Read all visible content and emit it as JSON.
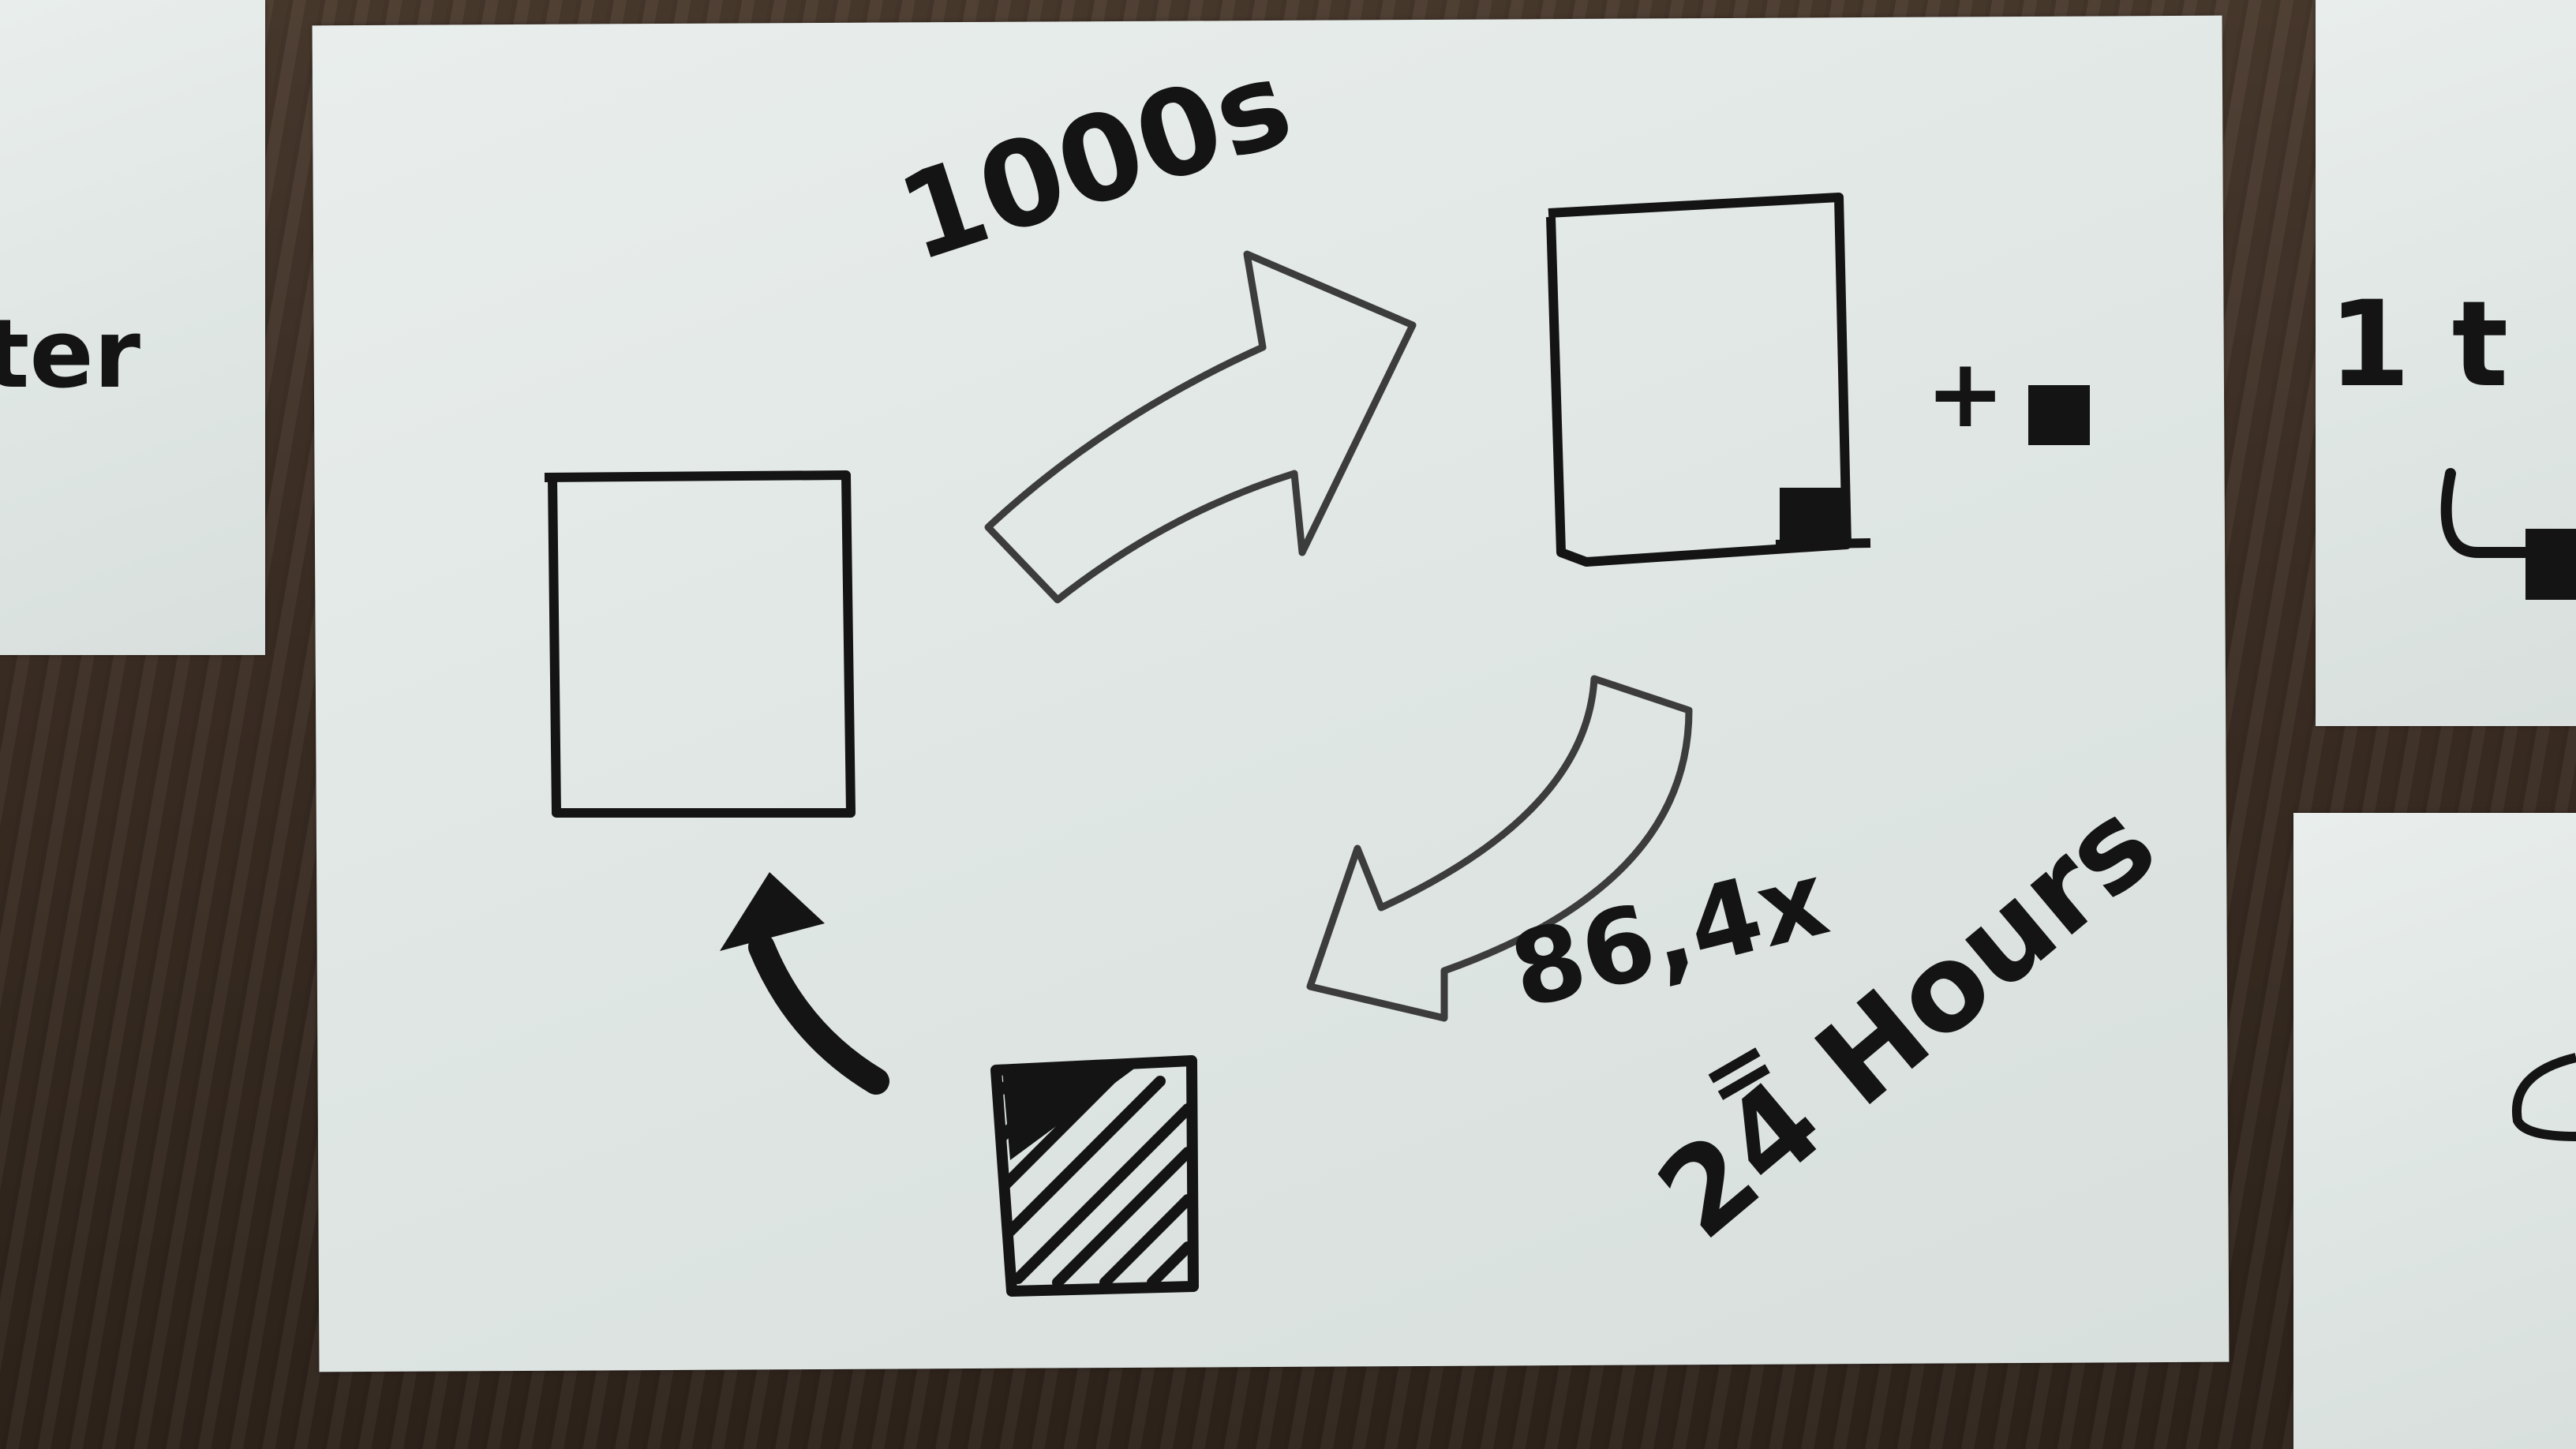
{
  "sketch": {
    "label_iterations": "1000s",
    "label_plus": "+",
    "label_multiplier": "86,4x",
    "label_equals": "=",
    "label_duration": "24 Hours"
  },
  "side_cards": {
    "left_fragment": "ter",
    "right_fragment": "1 t"
  },
  "colors": {
    "ink": "#141414",
    "paper": "#e3e9e7",
    "table": "#3a2b22"
  }
}
